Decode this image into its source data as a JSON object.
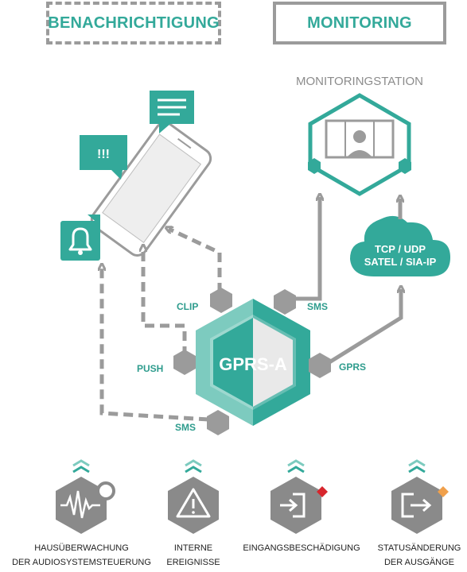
{
  "headers": {
    "notification": "BENACHRICHTIGUNG",
    "monitoring": "MONITORING"
  },
  "monitoring_station": {
    "title": "MONITORINGSTATION"
  },
  "cloud": {
    "line1": "TCP / UDP",
    "line2": "SATEL / SIA-IP"
  },
  "phone": {
    "alert_text": "!!!"
  },
  "module": {
    "name": "GPRS-A"
  },
  "channels": {
    "clip": "CLIP",
    "push": "PUSH",
    "sms_notify": "SMS",
    "sms_monitor": "SMS",
    "gprs": "GPRS"
  },
  "events": [
    {
      "line1": "HAUSÜBERWACHUNG",
      "line2": "DER AUDIOSYSTEMSTEUERUNG",
      "icon": "audio-wave-icon",
      "badge": "#8a8a8a"
    },
    {
      "line1": "INTERNE",
      "line2": "EREIGNISSE",
      "icon": "warning-icon",
      "badge": ""
    },
    {
      "line1": "EINGANGSBESCHÄDIGUNG",
      "line2": "",
      "icon": "input-damage-icon",
      "badge": "#d7262d"
    },
    {
      "line1": "STATUSÄNDERUNG",
      "line2": "DER AUSGÄNGE",
      "icon": "output-change-icon",
      "badge": "#f0a04b"
    }
  ],
  "colors": {
    "teal": "#33a99a",
    "teal_light": "#7dcbbf",
    "gray": "#9b9b9b",
    "dark_gray": "#7a7a7a"
  }
}
